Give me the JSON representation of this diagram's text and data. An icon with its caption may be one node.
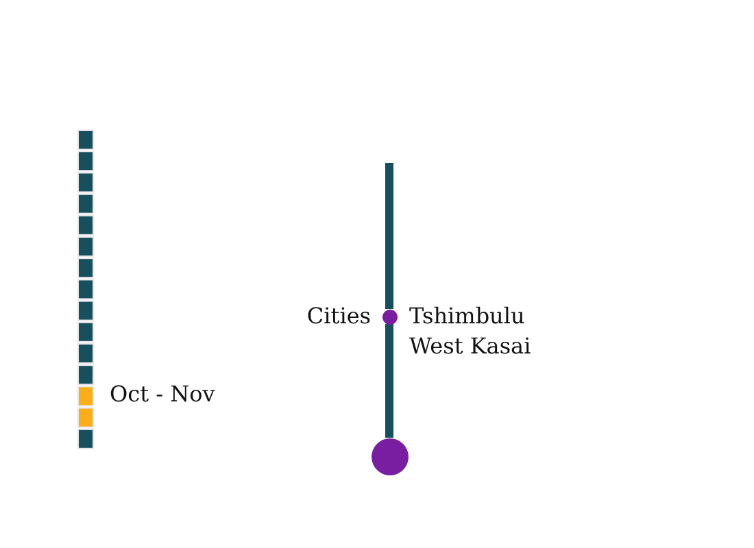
{
  "diagram": {
    "nodes": [
      {
        "text": [],
        "shape": "circle",
        "beside": [
          "Cities",
          "Tshimbulu West Kasai"
        ]
      },
      {
        "text": [],
        "shape": "circle"
      }
    ],
    "edges": [
      {
        "from": null,
        "to": 0,
        "arrow": "none"
      },
      {
        "from": 0,
        "to": 1,
        "arrow": "none"
      }
    ],
    "labels": [
      "Oct - Nov"
    ]
  }
}
